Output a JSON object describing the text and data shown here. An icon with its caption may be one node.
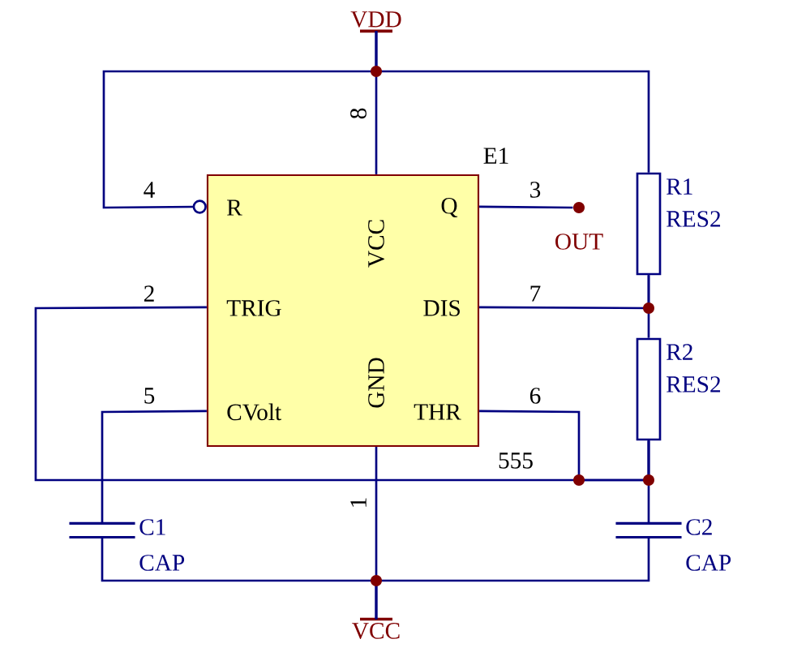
{
  "diagram": {
    "nodes": [
      {
        "text": [
          "E1",
          "R",
          "VCC",
          "Q",
          "TRIG",
          "DIS",
          "CVolt",
          "GND",
          "THR",
          "555"
        ]
      },
      {
        "text": [
          "VDD"
        ]
      },
      {
        "text": [
          "VCC"
        ]
      },
      {
        "text": [
          "OUT"
        ]
      },
      {
        "text": [
          "R1",
          "RES2"
        ]
      },
      {
        "text": [
          "R2",
          "RES2"
        ]
      },
      {
        "text": [
          "C1",
          "CAP"
        ]
      },
      {
        "text": [
          "C2",
          "CAP"
        ]
      }
    ],
    "edges": [
      {
        "from": 1,
        "to": 0,
        "arrow": "none",
        "label": "8"
      },
      {
        "from": 1,
        "to": 0,
        "arrow": "other",
        "label": "4"
      },
      {
        "from": 0,
        "to": 3,
        "arrow": "none",
        "label": "3"
      },
      {
        "from": 1,
        "to": 4,
        "arrow": "none"
      },
      {
        "from": 0,
        "to": 4,
        "arrow": "none",
        "label": "7"
      },
      {
        "from": 4,
        "to": 5,
        "arrow": "none"
      },
      {
        "from": 0,
        "to": 5,
        "arrow": "none",
        "label": "2"
      },
      {
        "from": 0,
        "to": 5,
        "arrow": "none",
        "label": "6"
      },
      {
        "from": 5,
        "to": 7,
        "arrow": "none"
      },
      {
        "from": 0,
        "to": 6,
        "arrow": "none",
        "label": "5"
      },
      {
        "from": 0,
        "to": 2,
        "arrow": "none",
        "label": "1"
      },
      {
        "from": 6,
        "to": 2,
        "arrow": "none"
      },
      {
        "from": 7,
        "to": 2,
        "arrow": "none"
      }
    ]
  }
}
